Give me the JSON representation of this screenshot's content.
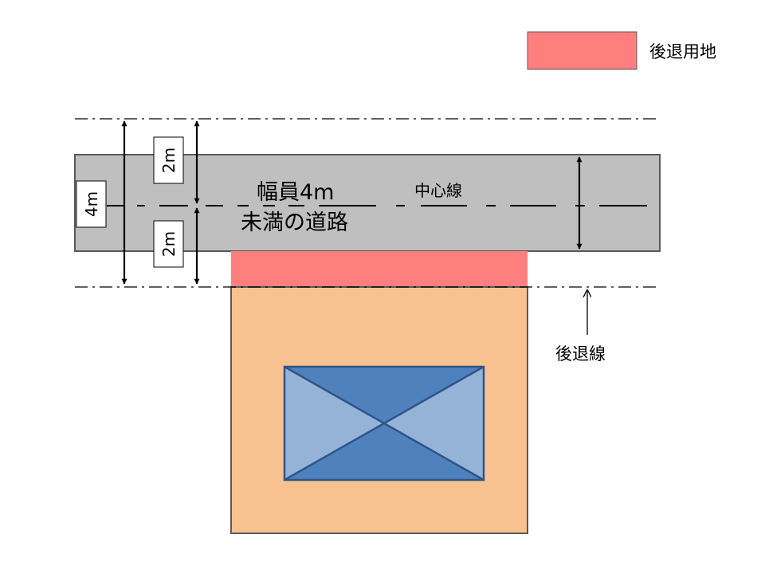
{
  "legend": {
    "swatch_color": "#FF7F7F",
    "label": "後退用地"
  },
  "road": {
    "fill": "#BFBFBF",
    "label_line1": "幅員4m",
    "label_line2": "未満の道路",
    "centerline_label": "中心線"
  },
  "dimensions": {
    "total": "4m",
    "upper_half": "2m",
    "lower_half": "2m"
  },
  "setback": {
    "fill": "#FF7F7F",
    "line_label": "後退線"
  },
  "lot": {
    "fill": "#F8C190"
  },
  "building": {
    "dark_fill": "#4F81BD",
    "light_fill": "#95B3D7",
    "stroke": "#2F5487"
  },
  "colors": {
    "outline": "#595959",
    "ink": "#000000"
  }
}
